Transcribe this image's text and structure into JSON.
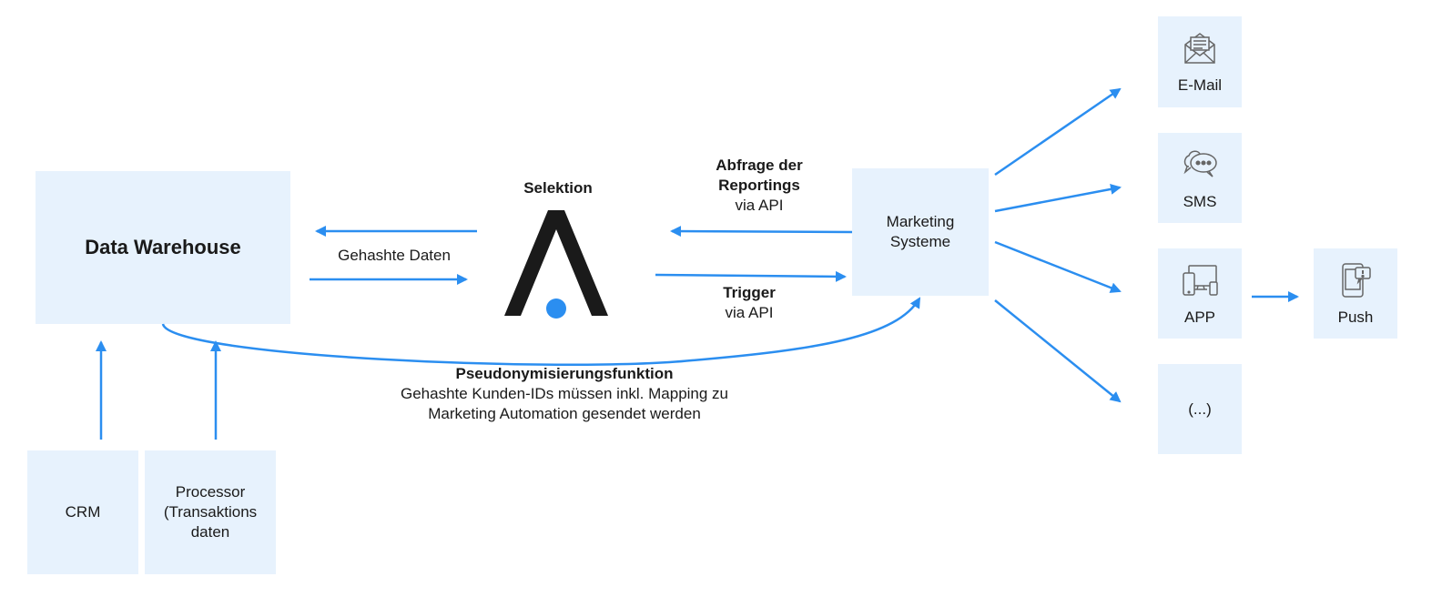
{
  "nodes": {
    "data_warehouse": "Data Warehouse",
    "crm": "CRM",
    "processor": [
      "Processor",
      "(Transaktions",
      "daten"
    ],
    "selektion": "Selektion",
    "marketing": [
      "Marketing",
      "Systeme"
    ],
    "email": "E-Mail",
    "sms": "SMS",
    "app": "APP",
    "push": "Push",
    "more": "(...)"
  },
  "edges": {
    "hashed_data": "Gehashte Daten",
    "reporting": [
      "Abfrage der",
      "Reportings",
      "via API"
    ],
    "trigger": [
      "Trigger",
      "via API"
    ],
    "pseudo_title": "Pseudonymisierungsfunktion",
    "pseudo_text": [
      "Gehashte Kunden-IDs müssen inkl. Mapping zu",
      "Marketing Automation gesendet werden"
    ]
  },
  "icons": {
    "email": "envelope-icon",
    "sms": "chat-bubbles-icon",
    "app": "devices-icon",
    "push": "phone-notification-icon",
    "logo": "selektion-logo-icon"
  },
  "colors": {
    "arrow": "#2b8ef0",
    "box": "#e7f2fd",
    "logo_dark": "#1a1a1a",
    "logo_dot": "#2b8ef0"
  }
}
